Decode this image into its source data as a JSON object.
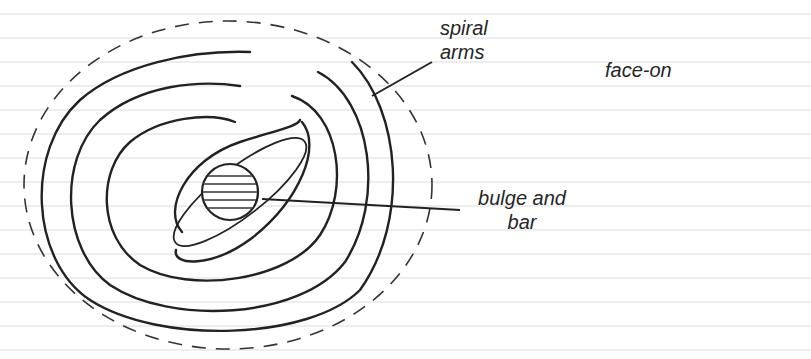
{
  "diagram": {
    "labels": [
      "spiral arms",
      "face-on",
      "bulge and bar"
    ]
  }
}
